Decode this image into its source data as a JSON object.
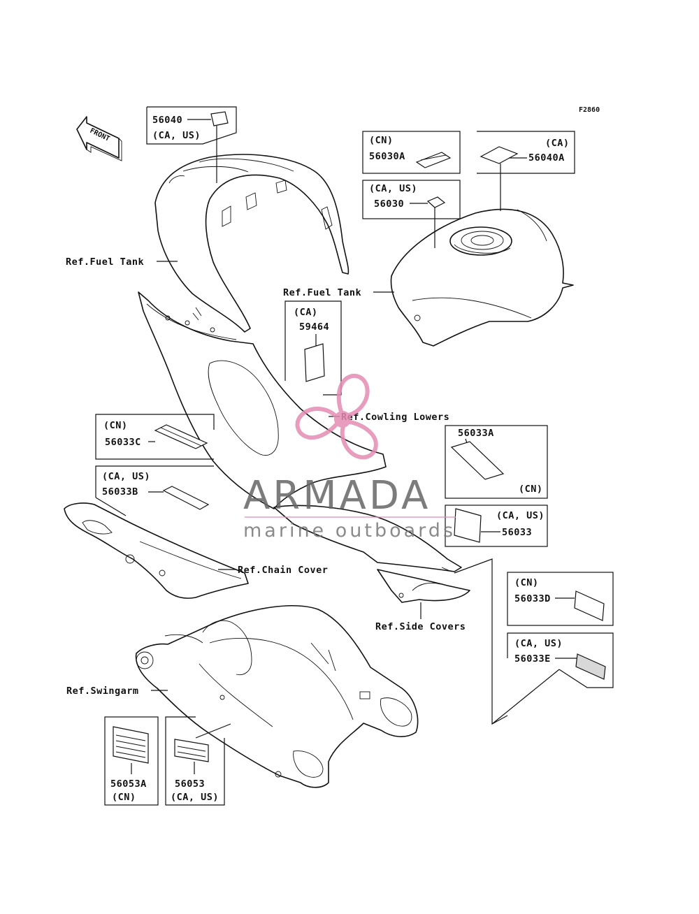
{
  "figure_code": "F2860",
  "front_label": "FRONT",
  "callouts": {
    "p56040": {
      "number": "56040",
      "region": "(CA, US)"
    },
    "p56030A": {
      "number": "56030A",
      "region": "(CN)"
    },
    "p56040A": {
      "number": "56040A",
      "region": "(CA)"
    },
    "p56030": {
      "number": "56030",
      "region": "(CA, US)"
    },
    "p59464": {
      "number": "59464",
      "region": "(CA)"
    },
    "p56033C": {
      "number": "56033C",
      "region": "(CN)"
    },
    "p56033B": {
      "number": "56033B",
      "region": "(CA, US)"
    },
    "p56033A": {
      "number": "56033A",
      "region": "(CN)"
    },
    "p56033": {
      "number": "56033",
      "region": "(CA, US)"
    },
    "p56033D": {
      "number": "56033D",
      "region": "(CN)"
    },
    "p56033E": {
      "number": "56033E",
      "region": "(CA, US)"
    },
    "p56053A": {
      "number": "56053A",
      "region": "(CN)"
    },
    "p56053": {
      "number": "56053",
      "region": "(CA, US)"
    }
  },
  "references": {
    "fuel_tank_left": "Ref.Fuel Tank",
    "fuel_tank_right": "Ref.Fuel Tank",
    "cowling_lowers": "Ref.Cowling Lowers",
    "chain_cover": "Ref.Chain Cover",
    "side_covers": "Ref.Side Covers",
    "swingarm": "Ref.Swingarm"
  },
  "watermark": {
    "brand": "ARMADA",
    "tagline": "marine outboards",
    "logo_color": "#e58bb3",
    "text_color": "#666666"
  }
}
